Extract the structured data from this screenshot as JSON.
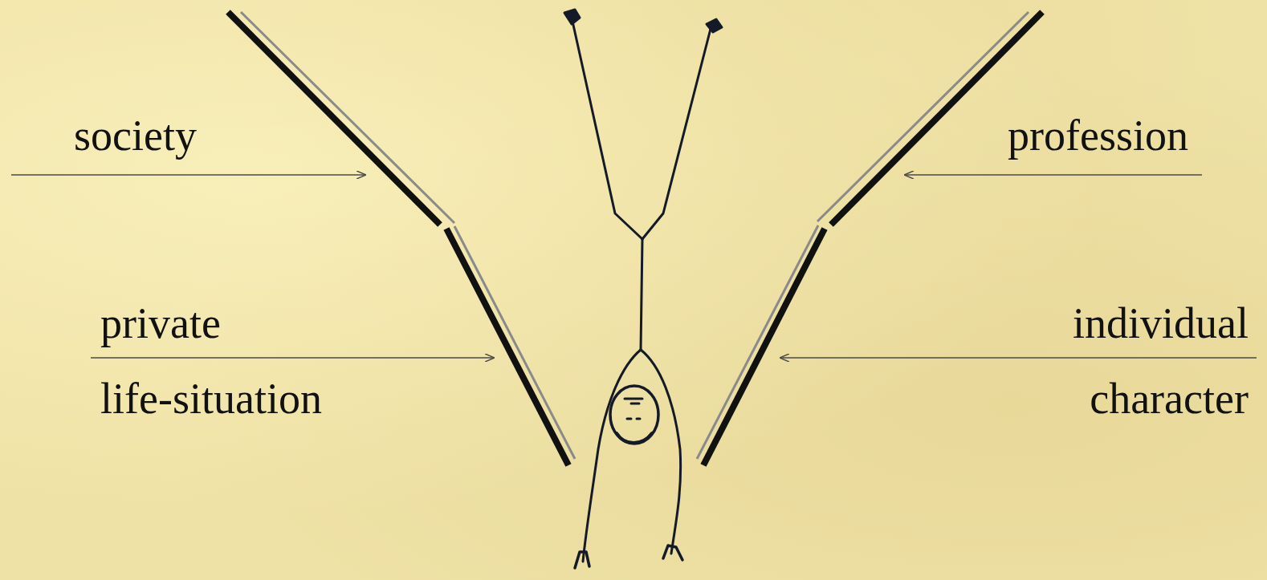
{
  "diagram": {
    "labels": [
      "society",
      "profession",
      "private life-situation",
      "individual character"
    ]
  }
}
